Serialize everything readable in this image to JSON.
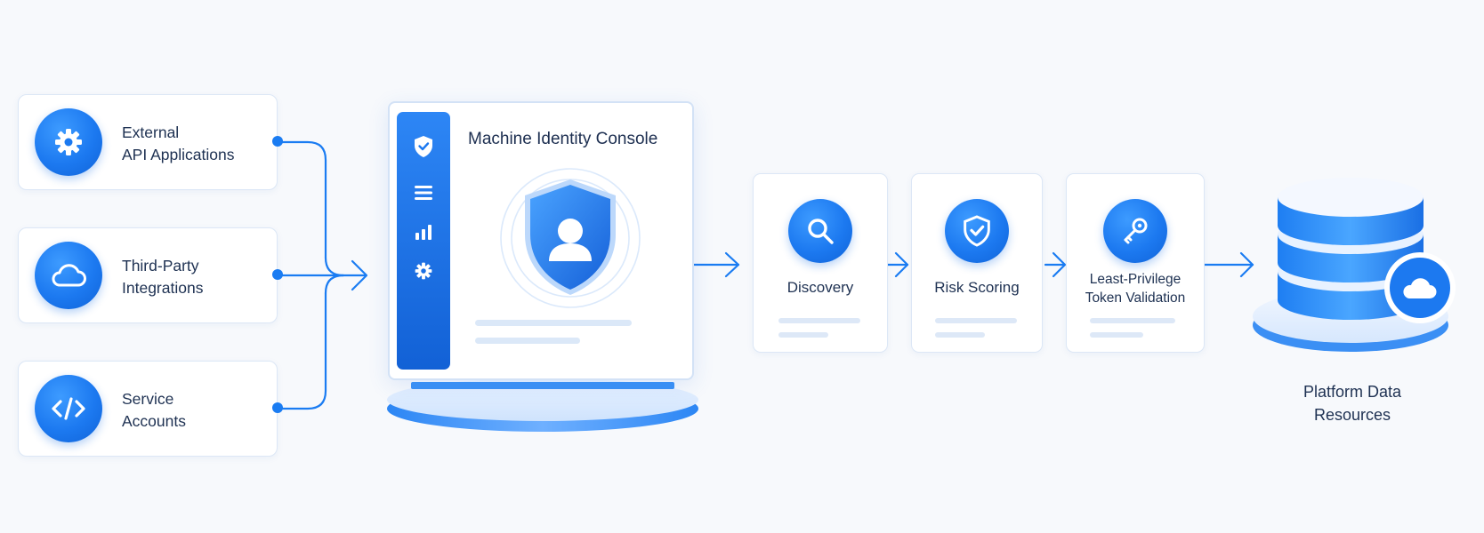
{
  "sources": [
    {
      "label_line1": "External",
      "label_line2": "API Applications",
      "icon": "gear-icon"
    },
    {
      "label_line1": "Third-Party",
      "label_line2": "Integrations",
      "icon": "cloud-icon"
    },
    {
      "label_line1": "Service",
      "label_line2": "Accounts",
      "icon": "code-icon"
    }
  ],
  "console": {
    "title": "Machine Identity Console",
    "sidebar_icons": [
      "shield-check-icon",
      "list-icon",
      "bar-chart-icon",
      "gear-icon"
    ],
    "hero_icon": "shield-user-icon"
  },
  "steps": [
    {
      "label_line1": "Discovery",
      "label_line2": "",
      "icon": "search-icon"
    },
    {
      "label_line1": "Risk Scoring",
      "label_line2": "",
      "icon": "shield-check-icon"
    },
    {
      "label_line1": "Least-Privilege",
      "label_line2": "Token Validation",
      "icon": "key-icon"
    }
  ],
  "destination": {
    "label_line1": "Platform Data",
    "label_line2": "Resources",
    "icon": "database-cloud-icon"
  },
  "colors": {
    "accent": "#1a7cf2",
    "accent_dark": "#1261d6",
    "text": "#1e3152",
    "background": "#f7f9fc"
  }
}
